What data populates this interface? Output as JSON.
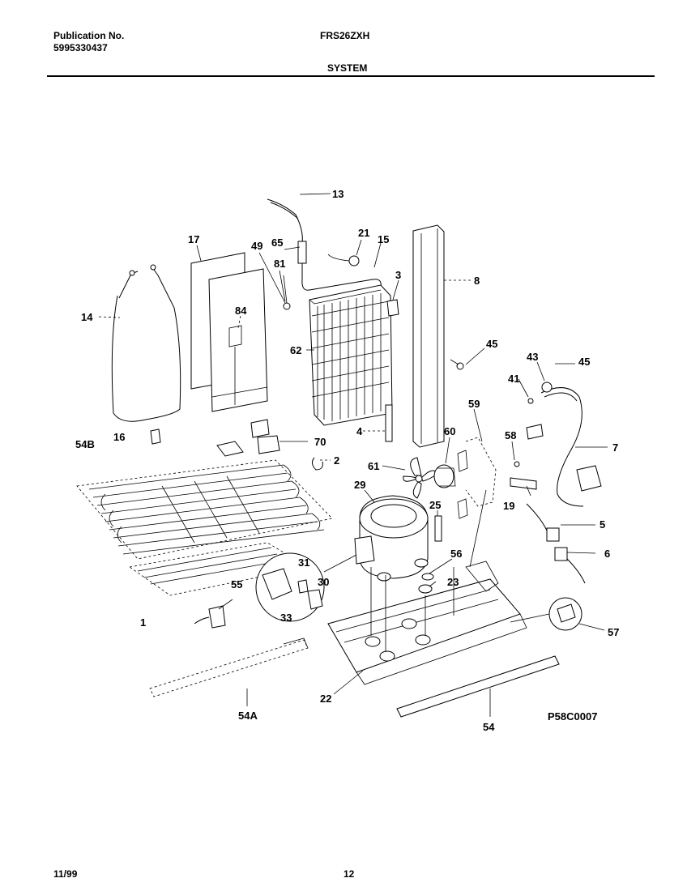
{
  "header": {
    "publication_label": "Publication No.",
    "publication_number": "5995330437",
    "model": "FRS26ZXH",
    "section": "SYSTEM"
  },
  "footer": {
    "date": "11/99",
    "page": "12"
  },
  "drawing_code": "P58C0007",
  "callouts": {
    "c13": "13",
    "c17": "17",
    "c49": "49",
    "c65": "65",
    "c21": "21",
    "c15": "15",
    "c81": "81",
    "c3": "3",
    "c8": "8",
    "c14": "14",
    "c84": "84",
    "c62": "62",
    "c45a": "45",
    "c43": "43",
    "c45b": "45",
    "c41": "41",
    "c4": "4",
    "c54B": "54B",
    "c16": "16",
    "c70": "70",
    "c59": "59",
    "c60": "60",
    "c58": "58",
    "c7": "7",
    "c2": "2",
    "c61": "61",
    "c29": "29",
    "c19": "19",
    "c25": "25",
    "c5": "5",
    "c31": "31",
    "c56": "56",
    "c6": "6",
    "c55": "55",
    "c30": "30",
    "c23": "23",
    "c33": "33",
    "c1": "1",
    "c57": "57",
    "c22": "22",
    "c54A": "54A",
    "c54": "54"
  }
}
